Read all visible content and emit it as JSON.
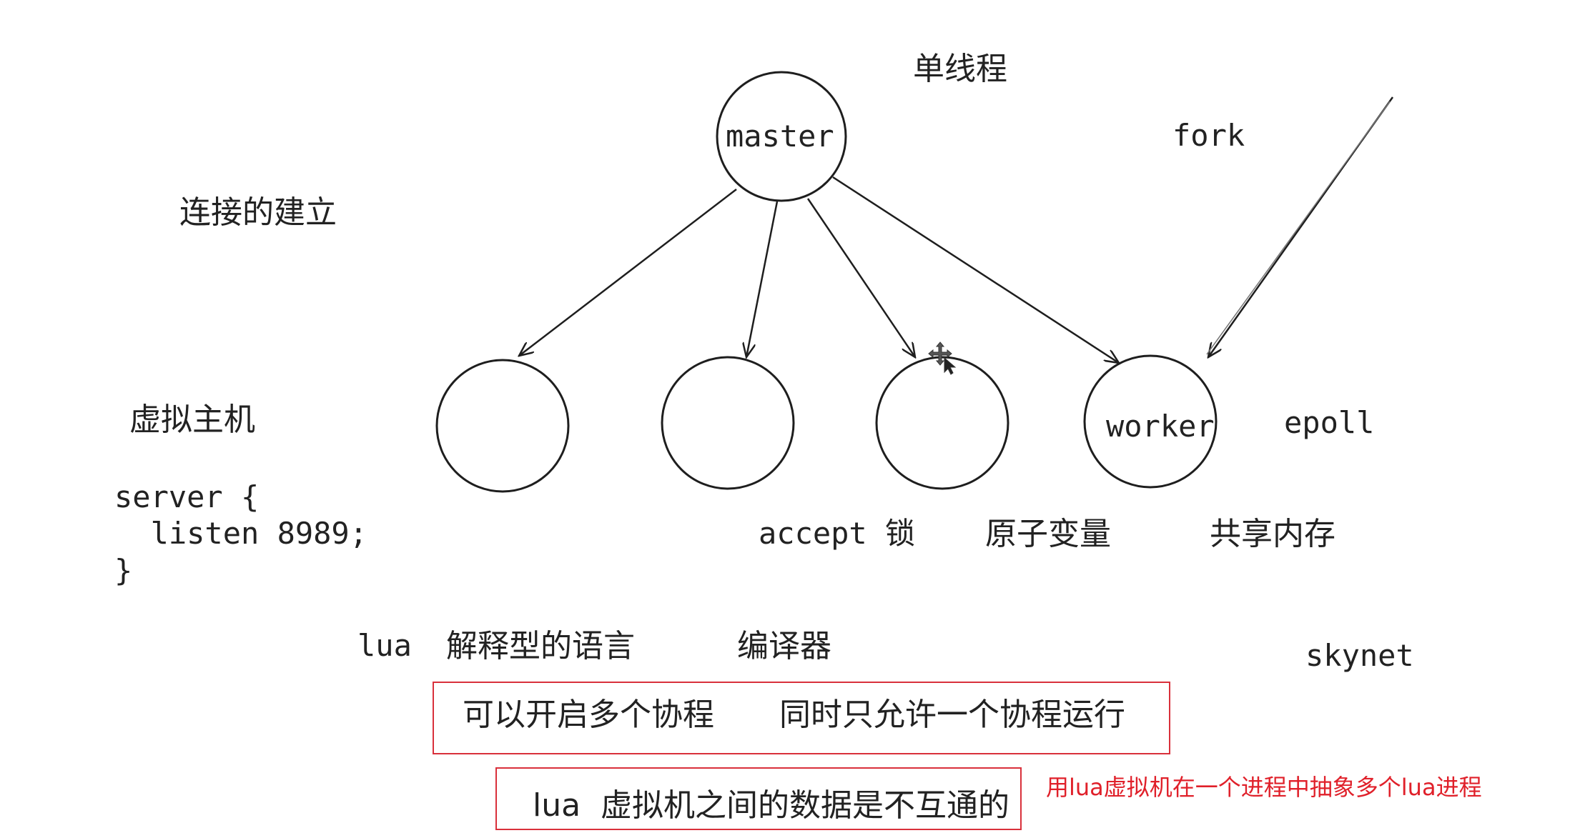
{
  "nodes": {
    "master": "master",
    "worker": "worker"
  },
  "labels": {
    "single_thread": "单线程",
    "fork": "fork",
    "connection_setup": "连接的建立",
    "virtual_host": "虚拟主机",
    "epoll": "epoll",
    "accept_lock": "accept 锁",
    "atomic_var": "原子变量",
    "shared_memory": "共享内存",
    "lua": "lua",
    "interpreted_lang": "解释型的语言",
    "compiler": "编译器",
    "skynet": "skynet"
  },
  "code": {
    "line1": "server {",
    "line2": "  listen 8989;",
    "line3": "}"
  },
  "boxes": {
    "coroutines_left": "可以开启多个协程",
    "coroutines_right": "同时只允许一个协程运行",
    "lua_vm": "lua  虚拟机之间的数据是不互通的"
  },
  "annotation": "用lua虚拟机在一个进程中抽象多个lua进程",
  "colors": {
    "ink": "#1e1e1e",
    "annotation_red": "#e0202a",
    "box_border": "#d9303b"
  }
}
